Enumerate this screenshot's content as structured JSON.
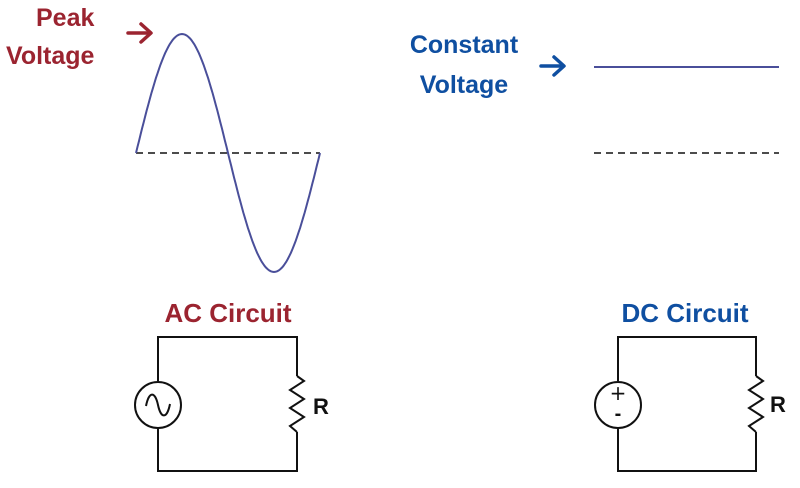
{
  "ac": {
    "peak_label_line1": "Peak",
    "peak_label_line2": "Voltage",
    "title": "AC Circuit",
    "resistor_label": "R"
  },
  "dc": {
    "constant_label_line1": "Constant",
    "constant_label_line2": "Voltage",
    "title": "DC Circuit",
    "resistor_label": "R",
    "plus_sign": "+",
    "minus_sign": "-"
  },
  "colors": {
    "ac_accent": "#9b2430",
    "dc_accent": "#0f4fa1",
    "waveform": "#4a4f9a",
    "wire": "#111111"
  }
}
